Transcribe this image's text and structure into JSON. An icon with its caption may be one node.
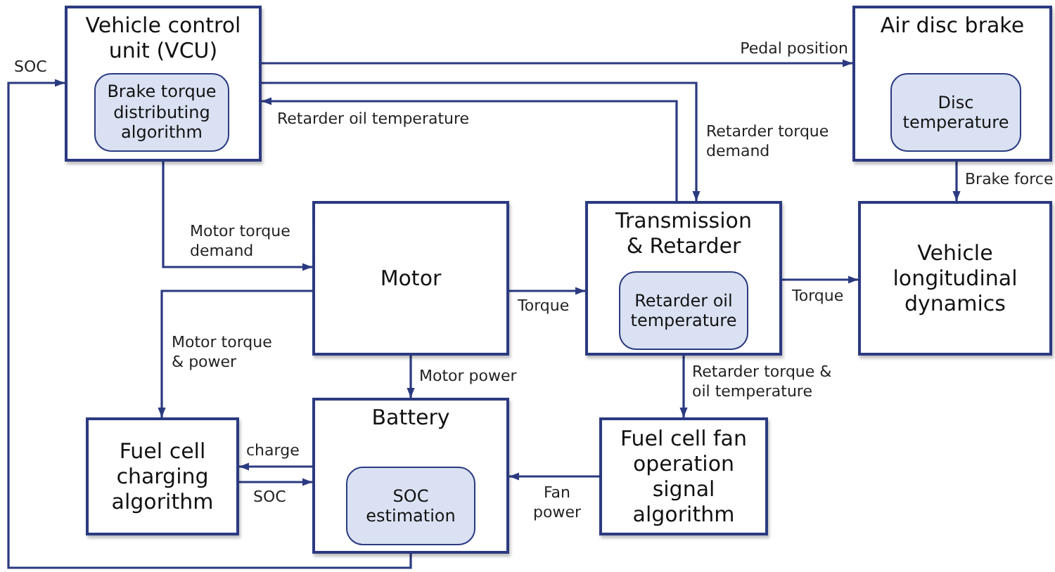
{
  "diagram": {
    "nodes": [
      {
        "text": [
          "Vehicle control unit (VCU)"
        ]
      },
      {
        "text": [
          "Brake torque distributing algorithm"
        ],
        "in": 0
      },
      {
        "text": [
          "Air disc brake"
        ]
      },
      {
        "text": [
          "Disc temperature"
        ],
        "in": 2
      },
      {
        "text": [
          "Motor"
        ]
      },
      {
        "text": [
          "Transmission & Retarder"
        ]
      },
      {
        "text": [
          "Retarder oil temperature"
        ],
        "in": 5
      },
      {
        "text": [
          "Vehicle longitudinal dynamics"
        ]
      },
      {
        "text": [
          "Fuel cell charging algorithm"
        ]
      },
      {
        "text": [
          "Battery"
        ]
      },
      {
        "text": [
          "SOC estimation"
        ],
        "in": 9
      },
      {
        "text": [
          "Fuel cell fan operation signal algorithm"
        ]
      }
    ],
    "edges": [
      {
        "from": 0,
        "to": 2,
        "arrow": "to",
        "label": "Pedal position"
      },
      {
        "from": 0,
        "to": 5,
        "arrow": "to",
        "label": "Retarder torque demand"
      },
      {
        "from": 5,
        "to": 0,
        "arrow": "to",
        "label": "Retarder oil temperature"
      },
      {
        "from": 2,
        "to": 7,
        "arrow": "to",
        "label": "Brake force"
      },
      {
        "from": 0,
        "to": 4,
        "arrow": "to",
        "label": "Motor torque demand"
      },
      {
        "from": 4,
        "to": 5,
        "arrow": "to",
        "label": "Torque"
      },
      {
        "from": 5,
        "to": 7,
        "arrow": "to",
        "label": "Torque"
      },
      {
        "from": 4,
        "to": 8,
        "arrow": "to",
        "label": "Motor torque & power"
      },
      {
        "from": 4,
        "to": 9,
        "arrow": "to",
        "label": "Motor power"
      },
      {
        "from": 9,
        "to": 8,
        "arrow": "to",
        "label": "charge"
      },
      {
        "from": 8,
        "to": 9,
        "arrow": "to",
        "label": "SOC"
      },
      {
        "from": 5,
        "to": 11,
        "arrow": "to",
        "label": "Retarder torque & oil temperature"
      },
      {
        "from": 11,
        "to": 9,
        "arrow": "to",
        "label": "Fan power"
      },
      {
        "from": 9,
        "to": 0,
        "arrow": "to",
        "label": "SOC"
      }
    ]
  }
}
